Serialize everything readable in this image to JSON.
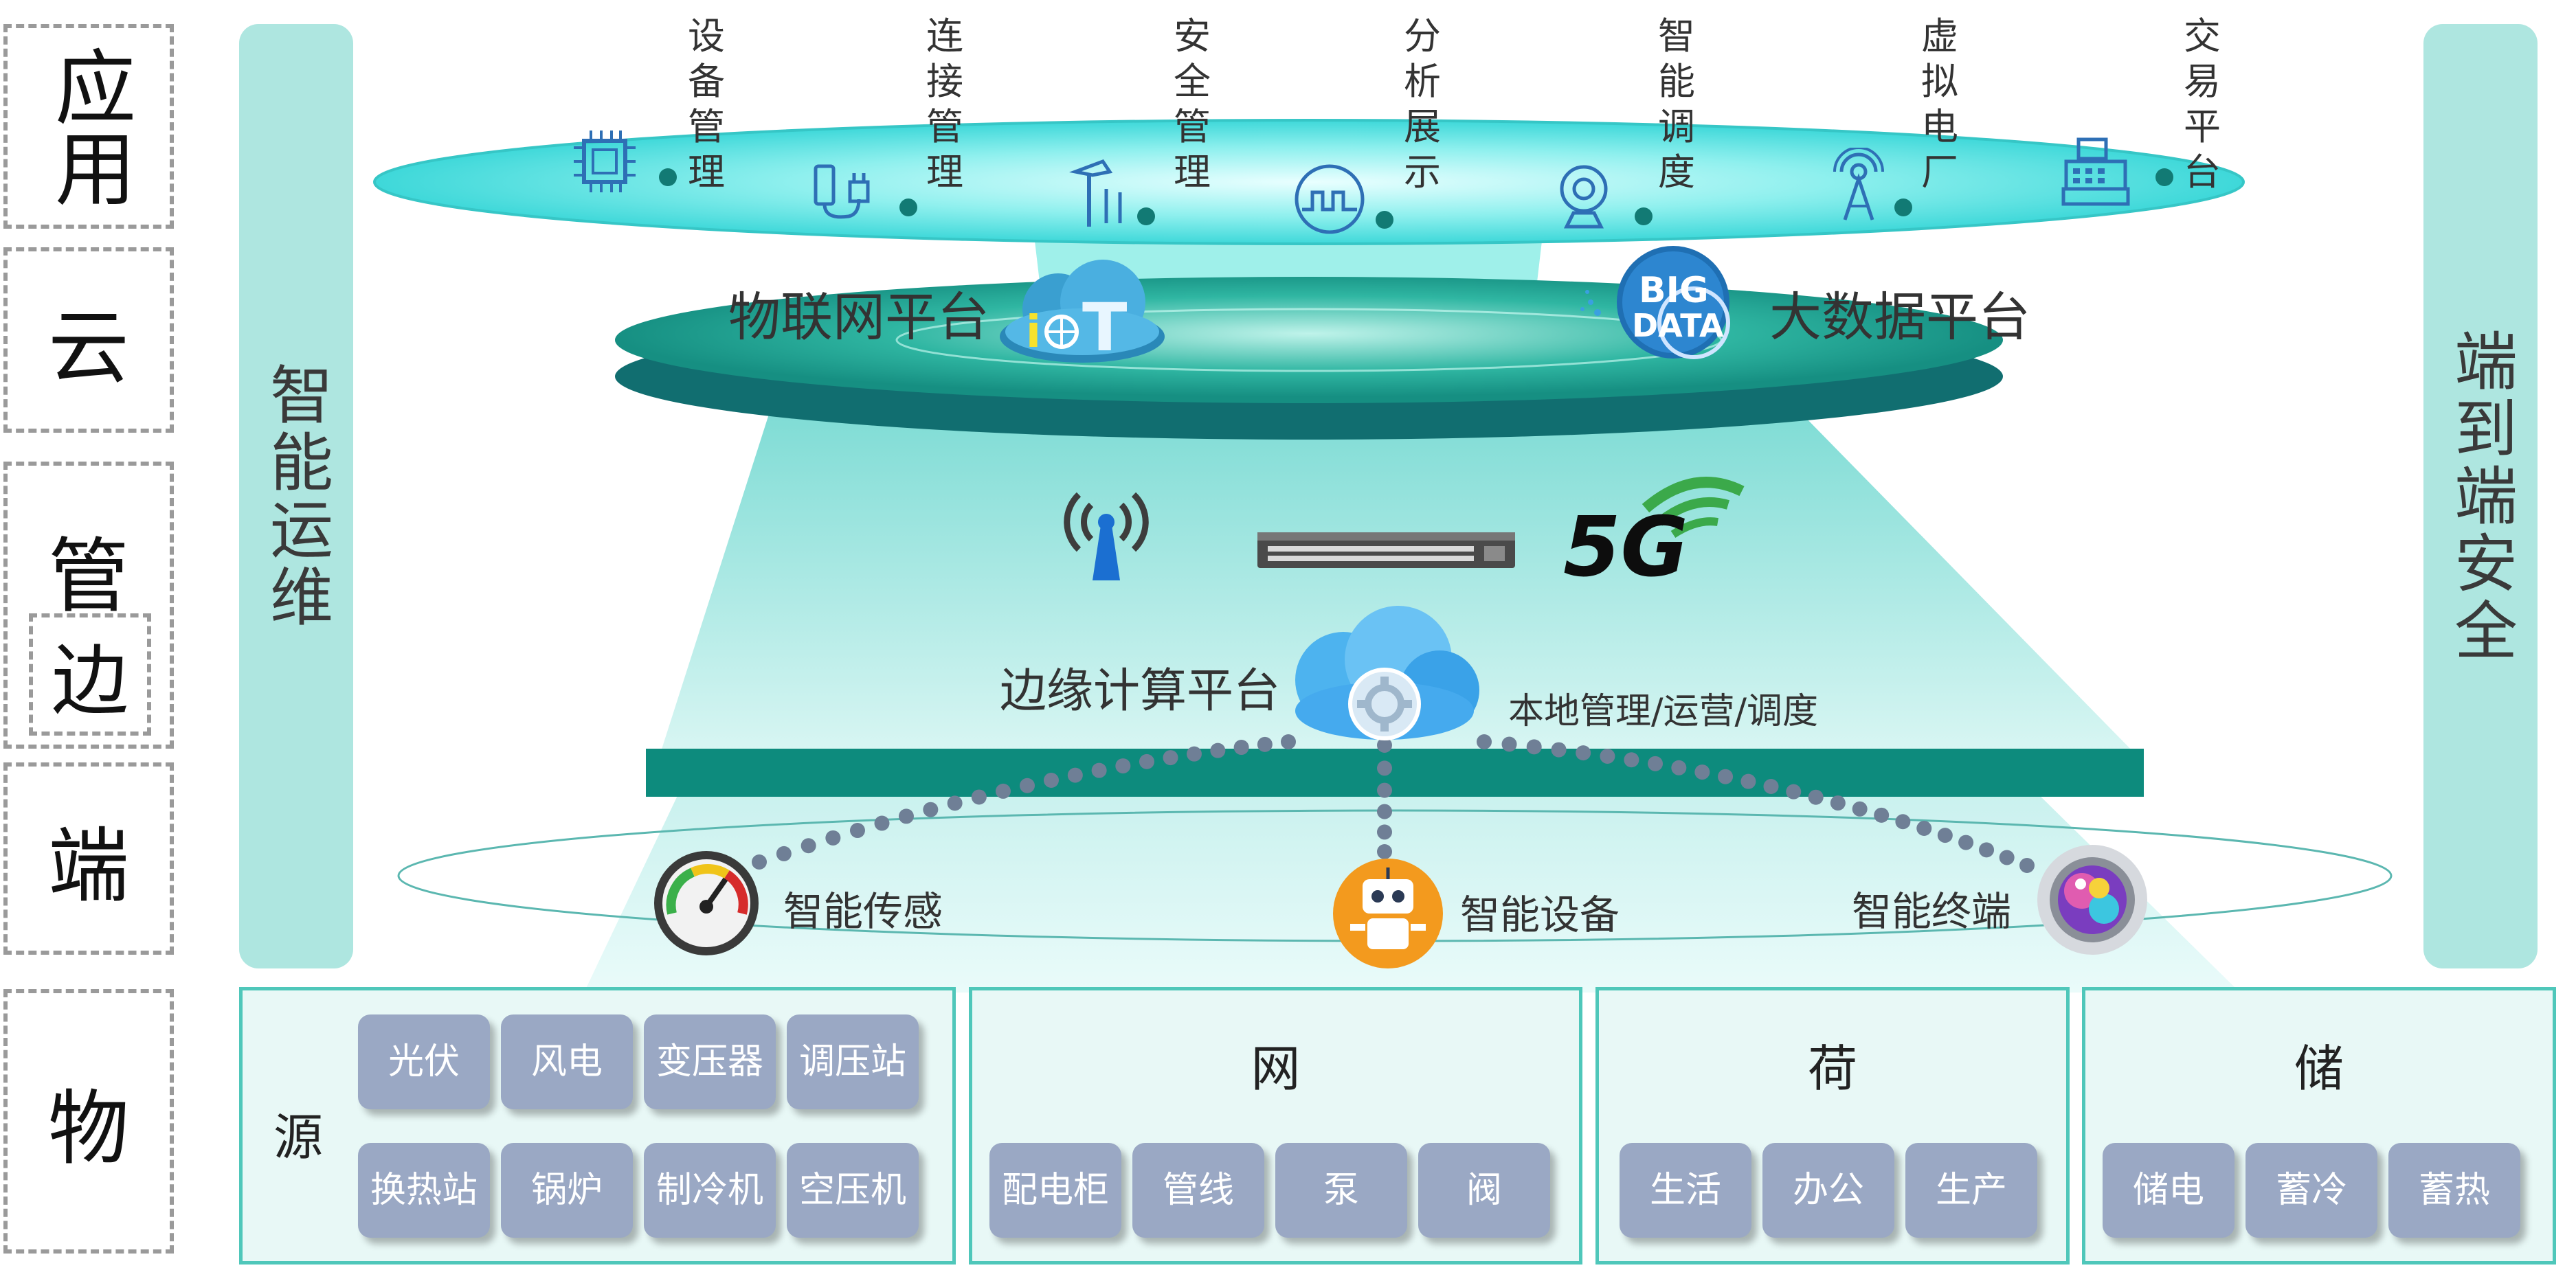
{
  "layers": [
    "应用",
    "云",
    "管",
    "边",
    "端",
    "物"
  ],
  "left_pillar": "智能运维",
  "right_pillar": "端到端安全",
  "apps": [
    {
      "name": "设备管理",
      "icon": "chip-icon"
    },
    {
      "name": "连接管理",
      "icon": "plug-icon"
    },
    {
      "name": "安全管理",
      "icon": "tools-icon"
    },
    {
      "name": "分析展示",
      "icon": "waveform-icon"
    },
    {
      "name": "智能调度",
      "icon": "webcam-icon"
    },
    {
      "name": "虚拟电厂",
      "icon": "tower-icon"
    },
    {
      "name": "交易平台",
      "icon": "cash-register-icon"
    }
  ],
  "cloud": {
    "iot_platform": "物联网平台",
    "iot_badge": "iT",
    "bigdata_platform": "大数据平台",
    "bigdata_badge_line1": "BIG",
    "bigdata_badge_line2": "DATA"
  },
  "pipe": {
    "wireless_icon": "antenna-icon",
    "switch_icon": "network-switch-icon",
    "fiveg": "5G"
  },
  "edge": {
    "platform": "边缘计算平台",
    "local": "本地管理/运营/调度"
  },
  "terminal": {
    "sensing": "智能传感",
    "device": "智能设备",
    "terminal": "智能终端"
  },
  "things": {
    "source": {
      "title": "源",
      "items": [
        "光伏",
        "风电",
        "变压器",
        "调压站",
        "换热站",
        "锅炉",
        "制冷机",
        "空压机"
      ]
    },
    "grid": {
      "title": "网",
      "items": [
        "配电柜",
        "管线",
        "泵",
        "阀"
      ]
    },
    "load": {
      "title": "荷",
      "items": [
        "生活",
        "办公",
        "生产"
      ]
    },
    "storage": {
      "title": "储",
      "items": [
        "储电",
        "蓄冷",
        "蓄热"
      ]
    }
  },
  "colors": {
    "teal_dark": "#0d8b7d",
    "teal_light": "#aee6e0",
    "cyan_glow": "#66e0e8",
    "tile": "#9aa8c4",
    "group_border": "#4fc7ba"
  }
}
